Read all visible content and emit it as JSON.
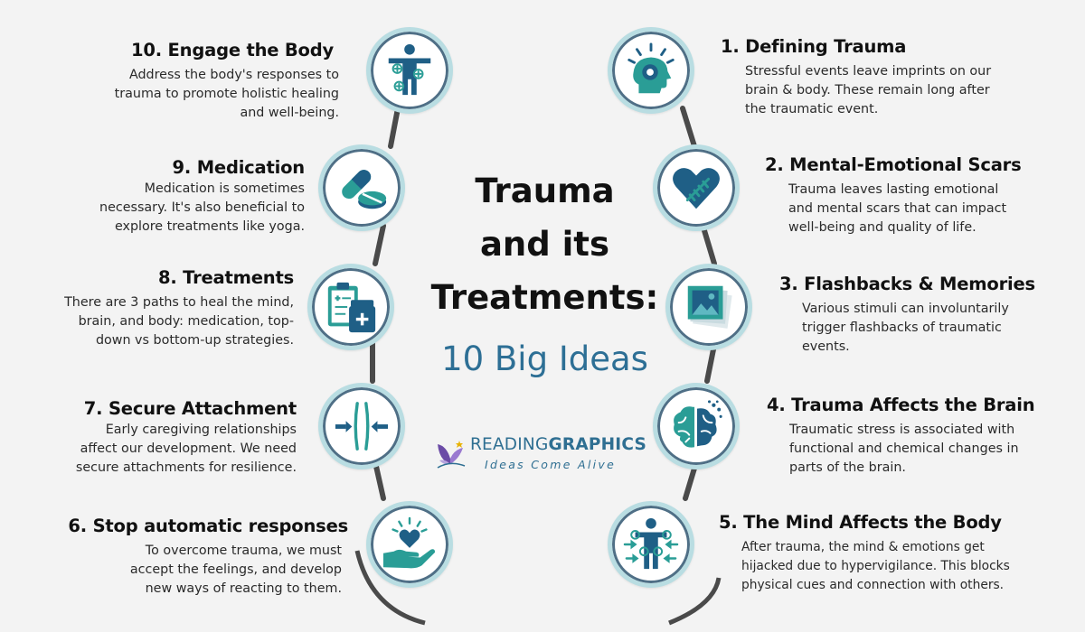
{
  "title": "Trauma and its Treatments:",
  "subtitle": "10 Big Ideas",
  "brand": {
    "name_part1": "READING",
    "name_part2": "GRAPHICS",
    "tagline": "Ideas Come Alive"
  },
  "colors": {
    "teal": "#2a9d96",
    "navy": "#1f5f86",
    "ring": "#b9dde2",
    "chain": "#4a4a4a"
  },
  "ideas": [
    {
      "heading": "1. Defining Trauma",
      "text": [
        "Stressful events leave imprints on our",
        "brain & body. These remain long after",
        "the traumatic event."
      ],
      "icon": "head-with-eye-icon"
    },
    {
      "heading": "2. Mental-Emotional Scars",
      "text": [
        "Trauma leaves lasting emotional",
        "and mental scars that can impact",
        "well-being and quality of life."
      ],
      "icon": "stitched-heart-icon"
    },
    {
      "heading": "3. Flashbacks & Memories",
      "text": [
        "Various stimuli can involuntarily",
        "trigger flashbacks of traumatic",
        "events."
      ],
      "icon": "photo-stack-icon"
    },
    {
      "heading": "4. Trauma Affects the Brain",
      "text": [
        "Traumatic stress is associated with",
        "functional and chemical changes in",
        "parts of the brain."
      ],
      "icon": "brain-icon"
    },
    {
      "heading": "5. The Mind Affects the Body",
      "text": [
        "After trauma, the mind & emotions get",
        "hijacked due to hypervigilance. This blocks",
        "physical cues and connection with others."
      ],
      "icon": "body-arrows-icon"
    },
    {
      "heading": "6. Stop automatic responses",
      "text": [
        "To overcome trauma, we must",
        "accept the feelings, and develop",
        "new ways of reacting to them."
      ],
      "icon": "hand-heart-icon"
    },
    {
      "heading": "7. Secure Attachment",
      "text": [
        "Early caregiving  relationships",
        "affect our development. We need",
        "secure attachments for resilience."
      ],
      "icon": "converging-arrows-icon"
    },
    {
      "heading": "8. Treatments",
      "text": [
        "There are 3 paths to heal the mind,",
        "brain, and body: medication, top-",
        "down vs bottom-up strategies."
      ],
      "icon": "clipboard-medicine-icon"
    },
    {
      "heading": "9. Medication",
      "text": [
        "Medication is sometimes",
        "necessary. It's also beneficial to",
        "explore treatments like yoga."
      ],
      "icon": "pills-icon"
    },
    {
      "heading": "10. Engage the Body",
      "text": [
        "Address the body's responses to",
        "trauma to promote holistic healing",
        "and well-being."
      ],
      "icon": "body-plus-icon"
    }
  ]
}
